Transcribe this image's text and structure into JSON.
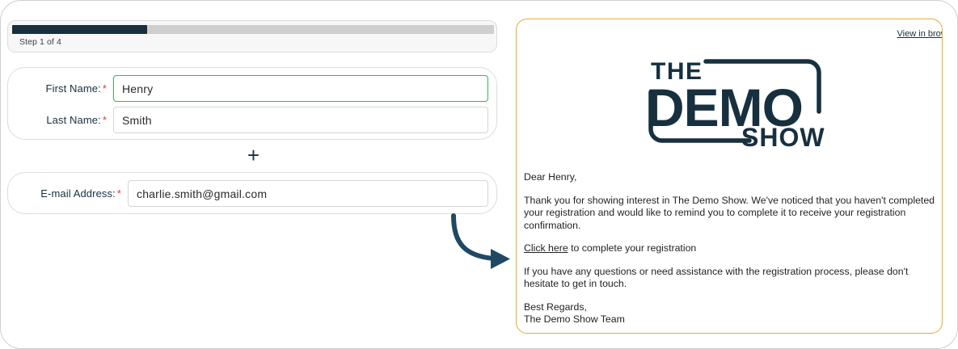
{
  "form": {
    "progress": {
      "step_label": "Step 1 of 4",
      "current_step": 1,
      "total_steps": 4,
      "percent": 28,
      "fill_color": "#17303f",
      "track_color": "#cfcfcf"
    },
    "fields": [
      {
        "label": "First Name:",
        "required_mark": "*",
        "value": "Henry",
        "focused": true,
        "focus_color": "#34b556"
      },
      {
        "label": "Last Name:",
        "required_mark": "*",
        "value": "Smith",
        "focused": false
      },
      {
        "label": "E-mail Address:",
        "required_mark": "*",
        "value": "charlie.smith@gmail.com",
        "focused": false
      }
    ],
    "separator_icon": "plus-icon",
    "separator_glyph": "+"
  },
  "arrow": {
    "icon": "curved-arrow-right-icon",
    "color": "#1f4963"
  },
  "email": {
    "border_color": "#f0a830",
    "view_in_browser": "View in browser",
    "logo": {
      "line1": "THE",
      "line2": "DEMO",
      "line3": "SHOW",
      "color": "#17303f"
    },
    "greeting": "Dear Henry,",
    "paragraph1": "Thank you for showing interest in The Demo Show. We've noticed that you haven't completed your registration and would like to remind you to complete it to receive your registration confirmation.",
    "cta_link": "Click here",
    "cta_tail": " to complete your registration",
    "paragraph2": "If you have any questions or need assistance with the registration process, please don't hesitate to get in touch.",
    "sign_off": "Best Regards,",
    "sign_team": "The Demo Show Team"
  }
}
